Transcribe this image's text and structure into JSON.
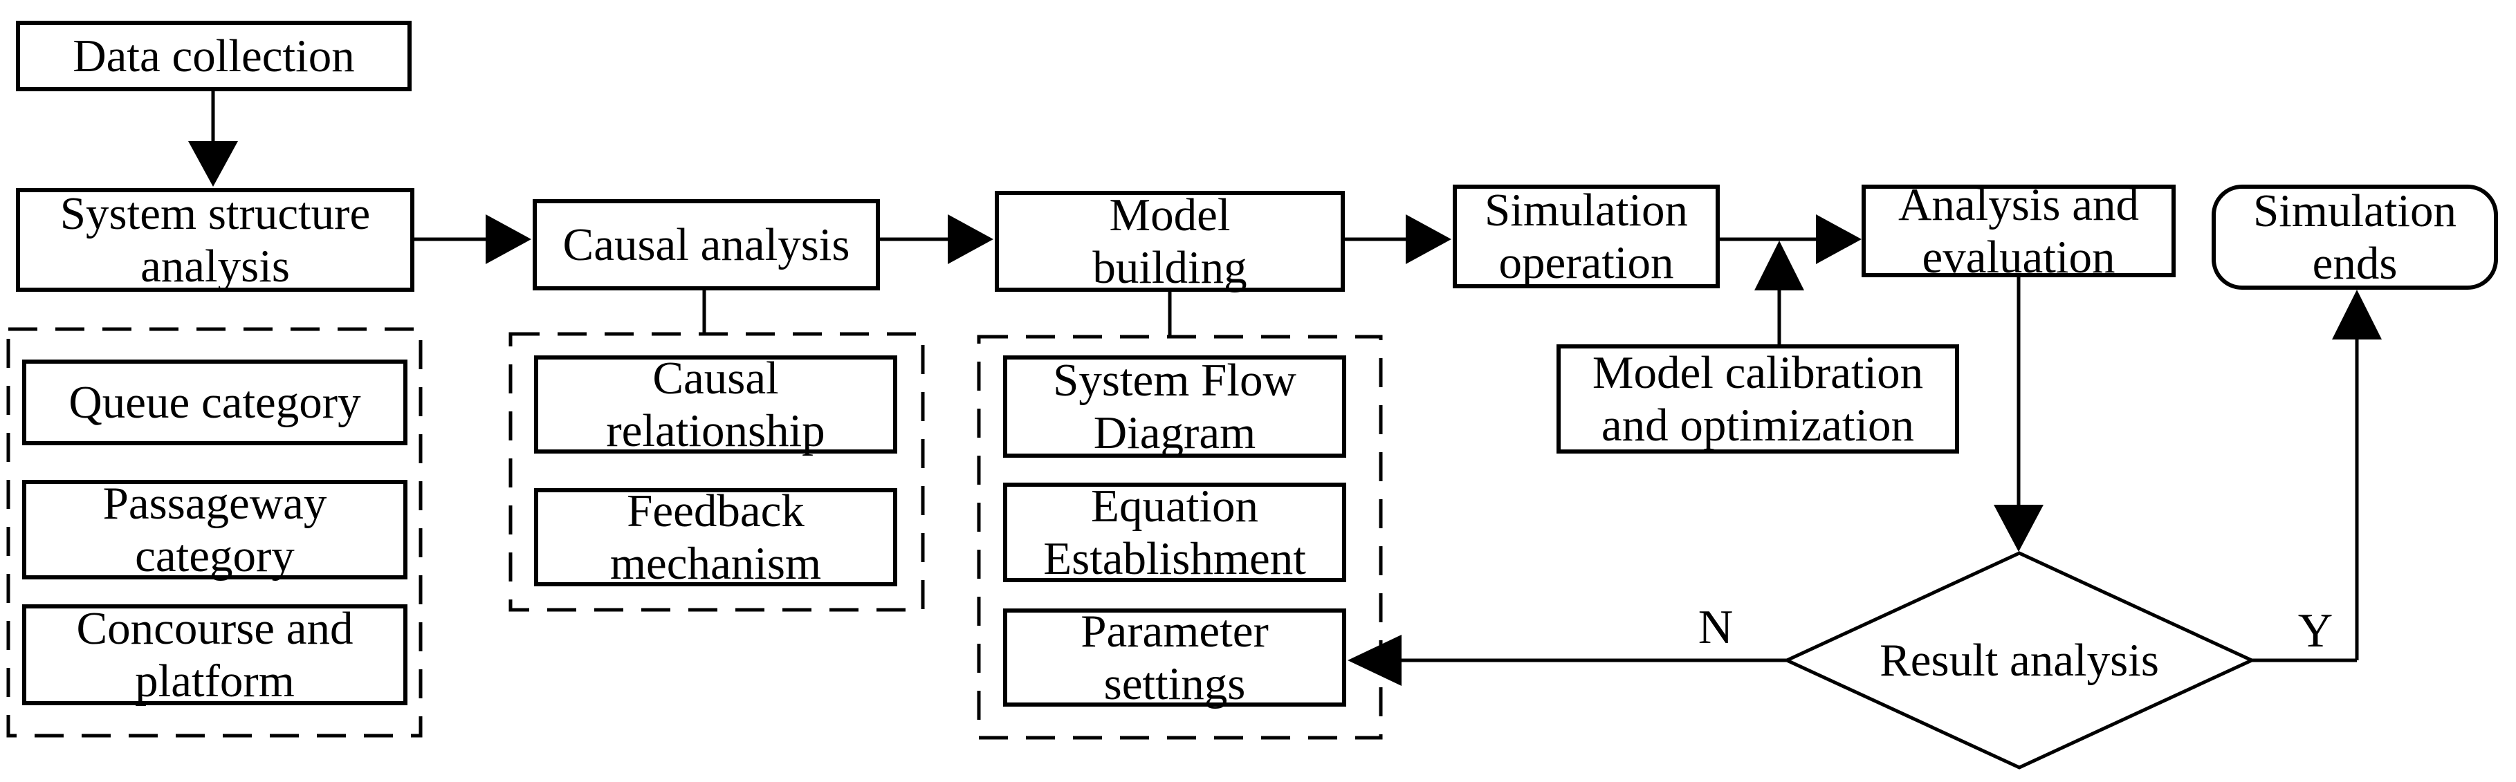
{
  "diagram": {
    "title": "Simulation modeling flowchart",
    "colors": {
      "line": "#000000",
      "box_background": "#ffffff",
      "text": "#000000"
    },
    "nodes": {
      "data_collection": {
        "label": "Data collection",
        "shape": "rectangle"
      },
      "system_structure_analysis": {
        "label": "System structure\nanalysis",
        "shape": "rectangle"
      },
      "queue_category": {
        "label": "Queue category",
        "shape": "rectangle",
        "group": "system-structure-details"
      },
      "passageway_category": {
        "label": "Passageway\ncategory",
        "shape": "rectangle",
        "group": "system-structure-details"
      },
      "concourse_and_platform": {
        "label": "Concourse and\nplatform",
        "shape": "rectangle",
        "group": "system-structure-details"
      },
      "causal_analysis": {
        "label": "Causal analysis",
        "shape": "rectangle"
      },
      "causal_relationship": {
        "label": "Causal\nrelationship",
        "shape": "rectangle",
        "group": "causal-analysis-details"
      },
      "feedback_mechanism": {
        "label": "Feedback\nmechanism",
        "shape": "rectangle",
        "group": "causal-analysis-details"
      },
      "model_building": {
        "label": "Model\nbuilding",
        "shape": "rectangle"
      },
      "system_flow_diagram": {
        "label": "System Flow\nDiagram",
        "shape": "rectangle",
        "group": "model-building-details"
      },
      "equation_establishment": {
        "label": "Equation\nEstablishment",
        "shape": "rectangle",
        "group": "model-building-details"
      },
      "parameter_settings": {
        "label": "Parameter\nsettings",
        "shape": "rectangle",
        "group": "model-building-details"
      },
      "simulation_operation": {
        "label": "Simulation\noperation",
        "shape": "rectangle"
      },
      "model_calibration": {
        "label": "Model calibration\nand optimization",
        "shape": "rectangle"
      },
      "analysis_and_evaluation": {
        "label": "Analysis and\nevaluation",
        "shape": "rectangle"
      },
      "result_analysis": {
        "label": "Result analysis",
        "shape": "diamond"
      },
      "simulation_ends": {
        "label": "Simulation\nends",
        "shape": "rounded-rectangle"
      }
    },
    "branch_labels": {
      "no": "N",
      "yes": "Y"
    },
    "edges": [
      {
        "from": "data_collection",
        "to": "system_structure_analysis",
        "arrow": true
      },
      {
        "from": "system_structure_analysis",
        "to": "structure-details-group",
        "arrow": false
      },
      {
        "from": "system_structure_analysis",
        "to": "causal_analysis",
        "arrow": true
      },
      {
        "from": "causal_analysis",
        "to": "causal-details-group",
        "arrow": false
      },
      {
        "from": "causal_analysis",
        "to": "model_building",
        "arrow": true
      },
      {
        "from": "model_building",
        "to": "model-details-group",
        "arrow": false
      },
      {
        "from": "model_building",
        "to": "simulation_operation",
        "arrow": true
      },
      {
        "from": "simulation_operation",
        "to": "analysis_and_evaluation",
        "arrow": true
      },
      {
        "from": "model_calibration",
        "to": "simulation_operation-analysis_and_evaluation-junction",
        "arrow": true
      },
      {
        "from": "analysis_and_evaluation",
        "to": "result_analysis",
        "arrow": true
      },
      {
        "from": "result_analysis",
        "to": "parameter_settings",
        "label": "N",
        "arrow": true
      },
      {
        "from": "result_analysis",
        "to": "simulation_ends",
        "label": "Y",
        "arrow": true
      }
    ]
  }
}
